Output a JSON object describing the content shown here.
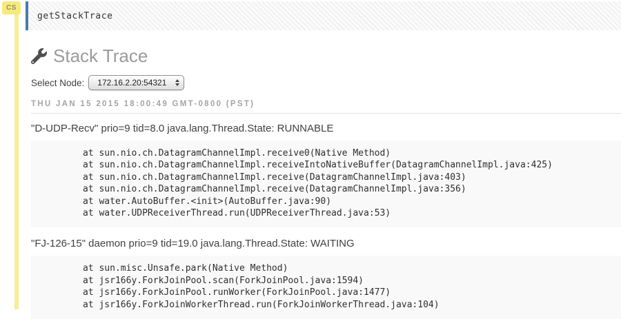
{
  "cell": {
    "badge": "CS",
    "input": "getStackTrace"
  },
  "page": {
    "title": "Stack Trace",
    "icon": "wrench-icon"
  },
  "node_select": {
    "label": "Select Node:",
    "selected": "172.16.2.20:54321"
  },
  "timestamp": "THU JAN 15 2015 18:00:49 GMT-0800 (PST)",
  "threads": [
    {
      "header": "\"D-UDP-Recv\" prio=9 tid=8.0 java.lang.Thread.State: RUNNABLE",
      "frames": [
        "at sun.nio.ch.DatagramChannelImpl.receive0(Native Method)",
        "at sun.nio.ch.DatagramChannelImpl.receiveIntoNativeBuffer(DatagramChannelImpl.java:425)",
        "at sun.nio.ch.DatagramChannelImpl.receive(DatagramChannelImpl.java:403)",
        "at sun.nio.ch.DatagramChannelImpl.receive(DatagramChannelImpl.java:356)",
        "at water.AutoBuffer.<init>(AutoBuffer.java:90)",
        "at water.UDPReceiverThread.run(UDPReceiverThread.java:53)"
      ]
    },
    {
      "header": "\"FJ-126-15\" daemon prio=9 tid=19.0 java.lang.Thread.State: WAITING",
      "frames": [
        "at sun.misc.Unsafe.park(Native Method)",
        "at jsr166y.ForkJoinPool.scan(ForkJoinPool.java:1594)",
        "at jsr166y.ForkJoinPool.runWorker(ForkJoinPool.java:1477)",
        "at jsr166y.ForkJoinWorkerThread.run(ForkJoinWorkerThread.java:104)"
      ]
    }
  ],
  "colors": {
    "accent_yellow": "#f5ea7b",
    "accent_blue": "#4a7aad",
    "code_block_bg": "#f9f9f9",
    "heading_gray": "#9b9b9b"
  }
}
